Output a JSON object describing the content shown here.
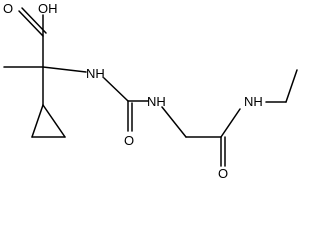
{
  "structure": {
    "atoms": {
      "hydroxyl": "OH",
      "carbonyl_o_acid": "O",
      "nh_alpha": "NH",
      "carbonyl_o_urea": "O",
      "nh_urea": "NH",
      "nh_ethyl": "NH",
      "carbonyl_o_amide": "O"
    }
  }
}
